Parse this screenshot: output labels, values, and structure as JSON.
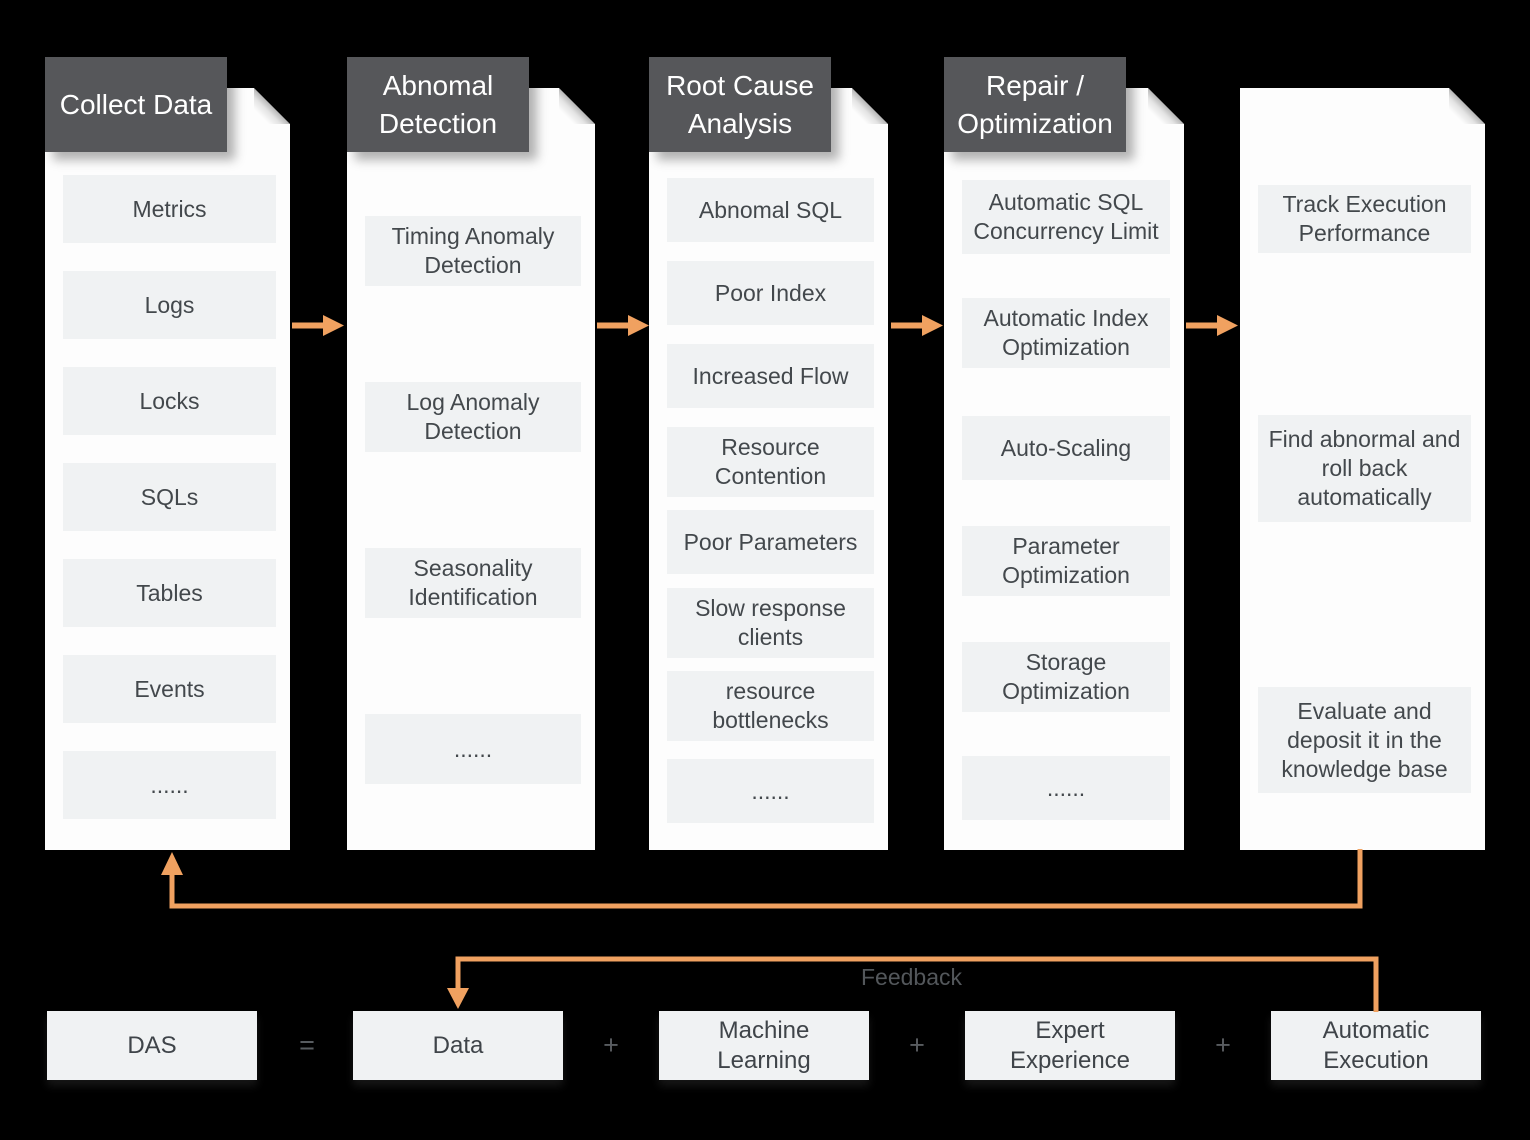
{
  "columns": [
    {
      "header": "Collect Data",
      "items": [
        "Metrics",
        "Logs",
        "Locks",
        "SQLs",
        "Tables",
        "Events",
        "......"
      ]
    },
    {
      "header": "Abnomal Detection",
      "items": [
        "Timing Anomaly Detection",
        "Log Anomaly Detection",
        "Seasonality Identification",
        "......"
      ]
    },
    {
      "header": "Root Cause Analysis",
      "items": [
        "Abnomal SQL",
        "Poor Index",
        "Increased Flow",
        "Resource Contention",
        "Poor Parameters",
        "Slow response clients",
        "resource bottlenecks",
        "......"
      ]
    },
    {
      "header": "Repair / Optimization",
      "items": [
        "Automatic SQL Concurrency Limit",
        "Automatic Index Optimization",
        "Auto-Scaling",
        "Parameter Optimization",
        "Storage Optimization",
        "......"
      ]
    },
    {
      "items": [
        "Track Execution Performance",
        "Find abnormal and roll back automatically",
        "Evaluate and deposit it in the knowledge base"
      ]
    }
  ],
  "feedback_label": "Feedback",
  "equation": {
    "terms": [
      "DAS",
      "Data",
      "Machine Learning",
      "Expert Experience",
      "Automatic Execution"
    ],
    "operators": [
      "=",
      "+",
      "+",
      "+"
    ]
  },
  "colors": {
    "background": "#000000",
    "accent_orange": "#F0A160",
    "header_bg": "#56575A",
    "header_text": "#FFFFFF",
    "panel_bg": "#FDFDFD",
    "item_bg": "#F0F2F3",
    "item_text": "#43484C"
  }
}
